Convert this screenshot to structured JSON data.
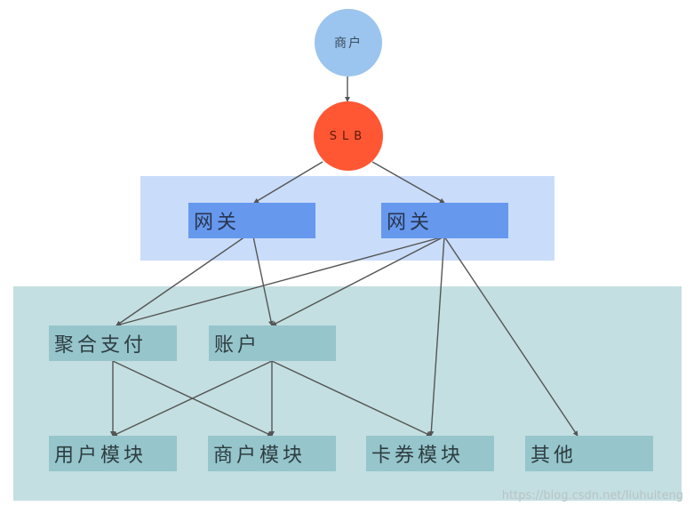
{
  "nodes": {
    "merchant": "商户",
    "slb": "SLB",
    "gateway_1": "网关",
    "gateway_2": "网关",
    "aggregate_pay": "聚合支付",
    "account": "账户",
    "user_module": "用户模块",
    "merchant_module": "商户模块",
    "coupon_module": "卡券模块",
    "other": "其他"
  },
  "edges": [
    {
      "from": "merchant",
      "to": "slb",
      "arrow": true
    },
    {
      "from": "slb",
      "to": "gateway_1",
      "arrow": true
    },
    {
      "from": "slb",
      "to": "gateway_2",
      "arrow": true
    },
    {
      "from": "gateway_1",
      "to": "aggregate_pay",
      "arrow": true
    },
    {
      "from": "gateway_1",
      "to": "account",
      "arrow": true
    },
    {
      "from": "gateway_2",
      "to": "aggregate_pay",
      "arrow": true
    },
    {
      "from": "gateway_2",
      "to": "account",
      "arrow": true
    },
    {
      "from": "gateway_2",
      "to": "coupon_module",
      "arrow": true
    },
    {
      "from": "gateway_2",
      "to": "other",
      "arrow": true
    },
    {
      "from": "aggregate_pay",
      "to": "user_module",
      "arrow": true
    },
    {
      "from": "aggregate_pay",
      "to": "merchant_module",
      "arrow": true
    },
    {
      "from": "account",
      "to": "user_module",
      "arrow": true
    },
    {
      "from": "account",
      "to": "merchant_module",
      "arrow": true
    },
    {
      "from": "account",
      "to": "coupon_module",
      "arrow": true
    }
  ],
  "colors": {
    "merchant_fill": "#9bc5ee",
    "slb_fill": "#ff5733",
    "gateway_zone": "#c9dcf9",
    "gateway_box": "#6699ee",
    "service_zone": "#c4dfe1",
    "service_box": "#96c5cc",
    "edge": "#555555"
  },
  "watermark": "https://blog.csdn.net/liuhuiteng"
}
